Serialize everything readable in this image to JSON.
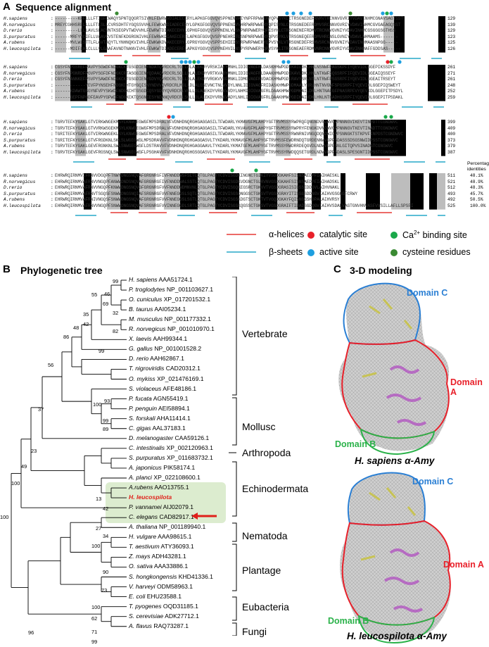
{
  "panels": {
    "A": {
      "letter": "A",
      "title": "Sequence alignment"
    },
    "B": {
      "letter": "B",
      "title": "Phylogenetic tree"
    },
    "C": {
      "letter": "C",
      "title": "3-D modeling"
    }
  },
  "alignment": {
    "species": [
      "H.sapiens",
      "R.norvegicus",
      "D.rerio",
      "S.purpuratus",
      "A.rubens",
      "H.leucospilota"
    ],
    "blocks": [
      {
        "rows": [
          "---------KFFLLLFTIGFCWAQYSPNTQQGRTSIVHLFEWRWVDIALECERYLAPKGFGGVQVSPPNENVAIYNPFRPWWERYQPVSYKLCTRSGNEDEFRNMVTRCNNVGVRIYVDAVINHMCGNAVSAGTSST",
          "MREYCGHHSRFLLLLFTLSLLCVRSDHTFYGQSSVVHLFEWKWNDIADECERYLGPKGFGGVQVSPPNENIVVHRPWRPWWERYQPISYNLCTRSGNEDEFRDMVSRCNNVGVRIYVDAVINHMCGVGAEAGQSST",
          "---------LLLLAVLSLACVNTKSEGPVTWDVVHLFEWRWTDIAKECEHYLGPHGFGGVQVSPPNENLVLSNPNRPWWERYQPISYHLCTRSGNENEFRDMVTRCNNVGVNIYVDAVINHMCGSGGGSGTHSS",
          "------MRFYVCIFLLVAAVCVSTENFKDGRGNIVHLFEWRWKDIAKECERFLAPKGFGGVQVSPPNEHRITGSNPNRPWWERYQPVSYKLVTRSGNEQEFRDMVHRCNSLGVNIYVDAVLNHMAAMS-------",
          "------MVLWLSTTLFLAVTAQYTLYNHNQKVIVHLFEWKWKDVAKECERYLGPRGYGGVQVSPPSEHIEISSRPWRPWWERYQPVSYKLVTRSGNEDEFRSMVSRCNNVGVNIYVDAVINHMAASNPGG-----",
          "------MDIFLHLCLLLVLGAAFAVNDTNANVIVHLFEWKWTDIADECERFLAPKGYGGVQVSPPNEHVILNSPYRPWWERYQPVSYKLITRSGNEAEFRDMVNRCNNVGVRIYVDAVINHMAFFGDDSAS-----"
        ],
        "counts": [
          "129",
          "139",
          "129",
          "123",
          "125",
          "126"
        ]
      },
      {
        "rows": [
          "CGSYFNPGSREFPAVPYSGWDFNDGKCKTGSGDIENYNDATQVRDCRLTGLLDLALEKDYVRSKIAEYMNHLIDIGVAGFRLDASKHMWPGDIKAILDKLHNLNSNWFPAGSKPFIYQEVIDLGGEPIKSSDYF",
          "CGSYFNPGNRDFPGVPYSGFDFNDGKCRTASGGIENYQDAAQVRDCRLSGLLDLALEKDYVRTKVADYMNHLIDIGVAGFRLDAAKHMWPGDIKAVLDKLHNLNTKWFSQGSRPFIFQEVIDLGGEAIQSSEYF",
          "CGSYFNANNKEFPSVPYSAWDFNDGKCKTGSGDIENYGDVYQVRDCRLTGLLDLALEKDYVRGKVVDFMNKLIDMGVAGFRVDACKHMWPGDLRAVYSRLNTLNTRWFPSGSRPFIYQEVIDLGGEAITRSEYT",
          "------------YEVFPYNSEHFNDGKCHTGYGQISNYNDVVQVRDCRLMGLLDLALGSEVNCTNLWVDYLNNLIDIGVAGFRIDASKHMWPGDMAALYGRLHNTNVGWFSPGSRPFIYQEVIDLGGEPIQSWEYT",
          "------KDAWTGSGYNFVPYSKWDFNDGKCHTGSGDIQSYGDRYQVRDCRLVGLLDLAQEKDYVRGKVVDYLNHMIDIGVAGFRLDAAKHMWPGDMKAILDRLHNTNAFGFPNASRPFVYQEVIDLGGEPITPSDYL",
          "------GEPFNPGDFEAVPYGPWDFNDGKCKTQSGNIESYNDANQVRDCRLSGLLDLALEKDYVRNKVADYLNHLIDIGVAGFRLDAAKHMWPGDIKAIVDKLHNLNTKADHGSRPFIYQEVIDLGGEPITPSDAKL"
        ],
        "counts": [
          "261",
          "271",
          "261",
          "248",
          "252",
          "259"
        ]
      },
      {
        "rows": [
          "TGRVTEFKYGAKLGTVIRKWNGEKMSYLKNWGEGWGFMPSDRALVFVDNHDNQRGHGAGGASILTFWDARLYKMAVGFMLAHPYGFTRVMSSYRWPRQFQNGNDVNDWVGPPNNNGVIKEVTINPDTTCGNDWVC",
          "TGRVTEFKYGAKLGTVVRKWSGEKMSYLKNWGEGWGFMPSDRALVFVDNHDNQRGHGAGGASILTFWDARLYKVAVGFMLAHPYGFTRVMSSYRWPRYFENGKDVNDWVGPPNNNGVTKEVTINADTTCGNDWVC",
          "TGRITEFKYGAKLGTVIRKWNGEKLSYLKNWGEGWGFMPSDRALVFVDNHDNQRGHGAGGASILTFWDARLYKMAVGFMLAHPYGFTRVMSSYRWNRNIVNGQDQNDWIGPPSNNGKTSTKPVFINPDSTCGNDWVC",
          "TGRITEFKYGSKLGTVFRGDKNLSKLSLWGEGWGLMPSDRAVVFVDNHDNQRGHGAGGASVLTYKDARLYKMAVGFMLAHPYGFTRVMSSFEWDRNDQTGRDENNWVGPPSDASSSDSGSNWIDPSSTCGNGWVC",
          "TGRVTEFKYGAKLGEVFRGNKNLSWLSNWGEGWGFLDSTRAVVFVDNHDNQRGHGAGGAAVLTYKDARLYKMATGFMLAHPYGFTRVMSSYRWDRRDEQGVDLNDWVGPPSNLGITQPVSINADGTCGNGWVC",
          "TGRVTEFKYGAKLGEVFRGSNQLSWLSNWGEGWGFLPSGHAVVFVDNHDNQRGHGSGGASVLTYKDARLYKMAVGFMLAHPYGFTRVMSSYRWDQQSETGRDLNDWVGPPSDASLSPESGNTIDPSSTCGNGWVC"
        ],
        "counts": [
          "399",
          "409",
          "400",
          "373",
          "379",
          "387"
        ]
      },
      {
        "rows": [
          "EHRWRQIRNMVIFRNVVDGQPFTNWYDNGSNQVAFGRGNRGFIVFNNDDWSFSLTLQTGLPAGTYCDVISGDKINGNCTGIKIYVSDDGKAHFSISNSAEDPFIAIHAESKL",
          "EHRWRQIRNMVAFRNVVNGQPFANWWDNDSNQVAFGRGNRGFIVFNNDDWALSSTLQTGLPAGTYCDVISGDKVDGNCTGLRVNVGSDGKAHFSISNSAEDPFIAIHADSKL",
          "EHRWRQIRNMVAFRNVVNGQPFKNWWDNGSNQVGFGRGNRGFVVFNNDDWDMNVNLQTGLPAGTYCDVISGQKEGSRCTGKVVTVGSDGRASISIGSSEDDGVLAIHVNAKL",
          "EHRWRQIRNMVAFRNVTSGQSFSNWWDNGSNQIAFSRGNRGFVVFNNEGGSLSQTLQTGLPAGTYCDVISGSQNGGSCTGKSVTVGSDGRAYITISSGSDDNGVIAIHVGSGGGFCRWY",
          "EHRWRQIRNMVAFRNIVNGQSFSNWWDNGSNQVAFGRGNRGFVVFNNEGGSLSGTLQTGLPAGTYCDVISGSKDGTSCTGKTVTVGQDGKAYFQISNGGSHDPALAIHVRSY",
          "EHRWRQIRNMVAFRNVVNGQPFSNWWDNGSNQVAFSRGNRGFVVINNEGGDLSRTLQTGLPAGTYCDVISGSKQGSSCTGKSVTVGSDGRAIFTIDADSGDQGVIAIHVSDALVAGTGNVHNVASFVVSILLAFLLSPSFI"
        ],
        "counts": [
          "511",
          "521",
          "512",
          "493",
          "492",
          "525"
        ],
        "identities_header": "Percentage identities",
        "identities": [
          "48.1%",
          "48.9%",
          "48.3%",
          "45.7%",
          "50.5%",
          "100.0%"
        ]
      }
    ],
    "legend": {
      "helix": "α-helices",
      "sheet": "β-sheets",
      "catalytic": "catalytic site",
      "binding_prefix": "Ca",
      "binding_sup": "2+",
      "binding_suffix": " binding site",
      "active": "active site",
      "cysteine": "cysteine residues"
    },
    "colors": {
      "helix": "#e53935",
      "sheet": "#26a8c9",
      "catalytic": "#e8202a",
      "binding": "#1aa84a",
      "active": "#1e9fe0",
      "cysteine": "#3a8a33"
    }
  },
  "tree": {
    "leaves": [
      {
        "sp": "H. sapiens",
        "acc": "AAA51724.1"
      },
      {
        "sp": "P. troglodytes",
        "acc": "NP_001103627.1"
      },
      {
        "sp": "O. cuniculus",
        "acc": "XP_017201532.1"
      },
      {
        "sp": "B. taurus",
        "acc": "AAI05234.1"
      },
      {
        "sp": "M. musculus",
        "acc": "NP_001177332.1"
      },
      {
        "sp": "R. norvegicus",
        "acc": "NP_001010970.1"
      },
      {
        "sp": "X. laevis",
        "acc": "AAH99344.1"
      },
      {
        "sp": "G. gallus",
        "acc": "NP_001001528.2"
      },
      {
        "sp": "D. rerio",
        "acc": "AAH62867.1"
      },
      {
        "sp": "T. nigroviridis",
        "acc": "CAD20312.1"
      },
      {
        "sp": "O. mykiss",
        "acc": "XP_021476169.1"
      },
      {
        "sp": "S. violaceus",
        "acc": "AFE48186.1"
      },
      {
        "sp": "P. fucata",
        "acc": "AGN55419.1"
      },
      {
        "sp": "P. penguin",
        "acc": "AEI58894.1"
      },
      {
        "sp": "S. forskali",
        "acc": "AHA11414.1"
      },
      {
        "sp": "C. gigas",
        "acc": "AAL37183.1"
      },
      {
        "sp": "D. melanogaster",
        "acc": "CAA59126.1"
      },
      {
        "sp": "C. intestinalis",
        "acc": "XP_002120963.1"
      },
      {
        "sp": "S. purpuratus",
        "acc": "XP_011683732.1"
      },
      {
        "sp": "A. japonicus",
        "acc": "PIK58174.1"
      },
      {
        "sp": "A. planci",
        "acc": "XP_022108600.1"
      },
      {
        "sp": "A.rubens",
        "acc": "AAO13755.1"
      },
      {
        "sp": "H. leucospilota",
        "acc": ""
      },
      {
        "sp": "P. vannamei",
        "acc": "AIJ02079.1"
      },
      {
        "sp": "C. elegans",
        "acc": "CAD82917.1"
      },
      {
        "sp": "A. thaliana",
        "acc": "NP_001189940.1"
      },
      {
        "sp": "H. vulgare",
        "acc": "AAA98615.1"
      },
      {
        "sp": "T. aestivum",
        "acc": "ATY36093.1"
      },
      {
        "sp": "Z. mays",
        "acc": "ADH43281.1"
      },
      {
        "sp": "O. sativa",
        "acc": "AAA33886.1"
      },
      {
        "sp": "S. hongkongensis",
        "acc": "KHD41336.1"
      },
      {
        "sp": "V. harveyi",
        "acc": "ODM58963.1"
      },
      {
        "sp": "E. coli",
        "acc": "EHU23588.1"
      },
      {
        "sp": "T. pyogenes",
        "acc": "OQD31185.1"
      },
      {
        "sp": "S. cerevisiae",
        "acc": "ADK27712.1"
      },
      {
        "sp": "A. flavus",
        "acc": "RAQ73287.1"
      }
    ],
    "bootstrap": [
      "99",
      "46",
      "69",
      "32",
      "55",
      "82",
      "35",
      "42",
      "48",
      "86",
      "99",
      "56",
      "93",
      "100",
      "99",
      "89",
      "37",
      "23",
      "49",
      "100",
      "13",
      "42",
      "27",
      "34",
      "100",
      "100",
      "90",
      "73",
      "100",
      "62",
      "96",
      "71",
      "99"
    ],
    "groups": [
      "Vertebrate",
      "Mollusc",
      "Arthropoda",
      "Echinodermata",
      "Nematoda",
      "Plantage",
      "Eubacteria",
      "Fungi"
    ],
    "highlight_color": "#dceccf",
    "query_color": "#e0201a"
  },
  "models": {
    "domains": {
      "A": "Domain A",
      "B": "Domain B",
      "C": "Domain C"
    },
    "domain_colors": {
      "A": "#e8202a",
      "B": "#2bb24a",
      "C": "#2a7fd4"
    },
    "top_caption": "H. sapiens α-Amy",
    "bottom_caption": "H. leucospilota α-Amy"
  }
}
